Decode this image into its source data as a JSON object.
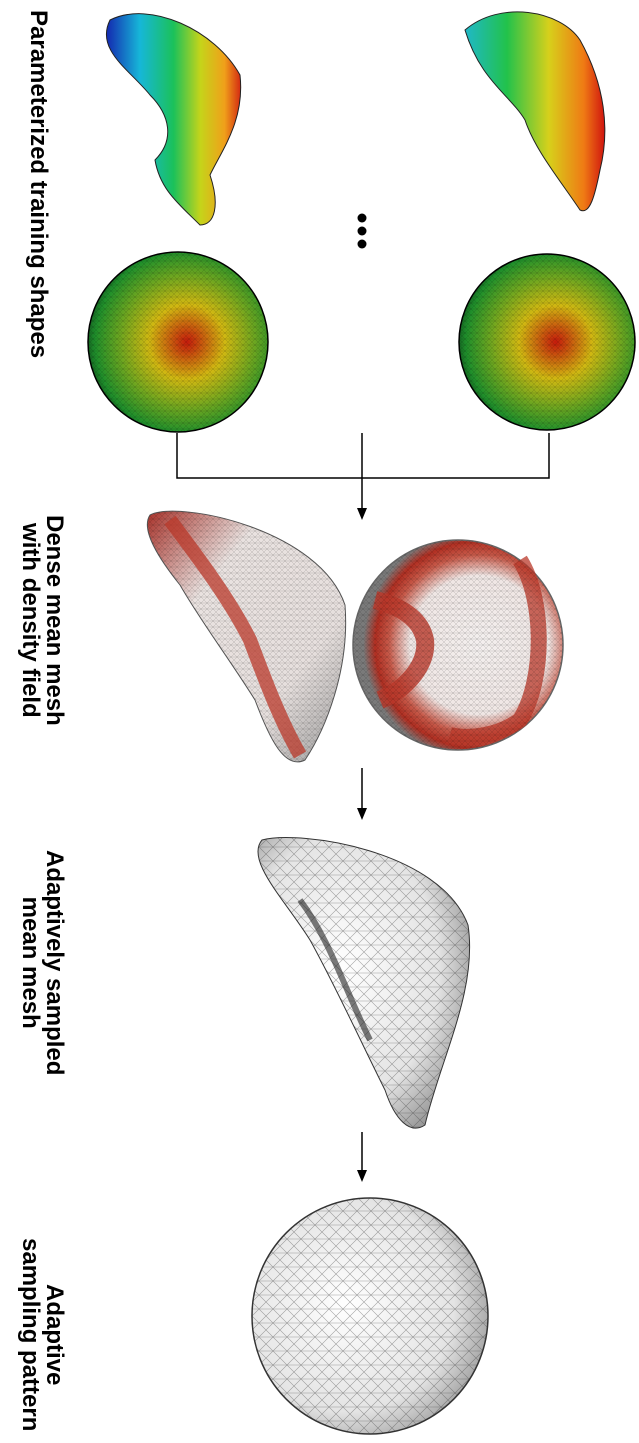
{
  "labels": {
    "training": [
      "Parameterized training shapes"
    ],
    "dense": [
      "Dense mean mesh",
      "with density field"
    ],
    "adaptive_mean": [
      "Adaptively sampled",
      "mean mesh"
    ],
    "pattern": [
      "Adaptive",
      "sampling pattern"
    ]
  },
  "ellipsis": "…",
  "colors": {
    "arrow": "#000000",
    "mesh_line": "#333333",
    "density_red": "#b9382a",
    "gray_mesh": "#e8e8e8"
  }
}
